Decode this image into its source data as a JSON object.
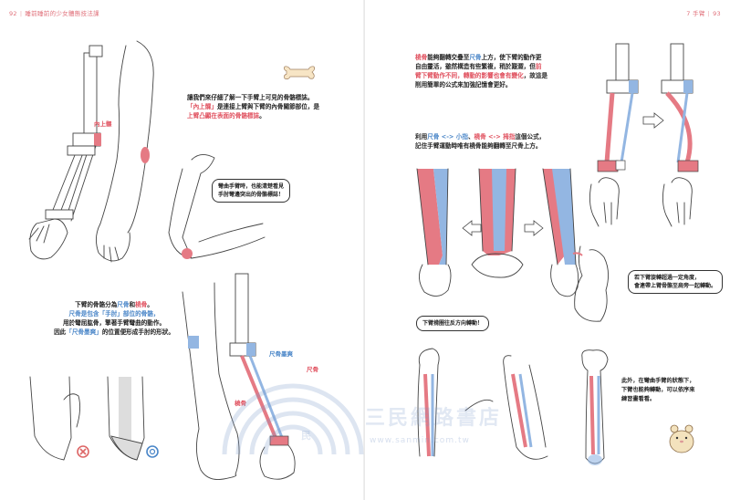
{
  "left_page": {
    "header": {
      "page_number": "92",
      "book_title": "睡前睡前的少女體態技法課"
    },
    "text_intro": {
      "line1": "讓我們來仔細了解一下手臂上可見的骨骼標誌。",
      "line2_pink": "「內上髁」",
      "line2_rest": "是連接上臂與下臂的內骨關節部位，是",
      "line3_pre": "上臂",
      "line3_pink": "凸顯在表面的骨骼標誌",
      "line3_post": "。"
    },
    "label_inner_condyle": "內上髁",
    "bubble_elbow": {
      "line1": "彎曲手臂時，也能清楚看見",
      "line2": "手肘彎邊突出的骨骼標誌！"
    },
    "text_bones": {
      "line1_pre": "下臂的骨骼分為",
      "line1_blue": "尺骨",
      "line1_mid": "和",
      "line1_pink": "橈骨",
      "line1_post": "。",
      "line2_blue": "尺骨是包含「手肘」部位的骨骼，",
      "line3": "用於彎屈肱骨，擎著手臂彎曲的動作。",
      "line4_pre": "因此",
      "line4_blue": "「尺骨墨爽」",
      "line4_post": "的位置便形成手肘的形狀。"
    },
    "label_ulna_head": "尺骨墨爽",
    "label_ulna": "尺骨",
    "label_radius": "橈骨"
  },
  "right_page": {
    "header": {
      "chapter": "7 手臂",
      "page_number": "93"
    },
    "text_radius": {
      "line1_pink": "橈骨",
      "line1_mid": "能夠翻轉交疊至",
      "line1_blue": "尺骨",
      "line1_post": "上方，使下臂的動作更",
      "line2": "自由靈活，雖然構造有些繁複，稍於艱澀，但",
      "line2_pink": "前",
      "line3_pink": "臂下臂動作不同，轉動的影響也會有變化",
      "line3_post": "，故這是",
      "line4": "削用簡單的公式來加強記憶會更好。"
    },
    "text_formula": {
      "line1_pre": "利用",
      "line1_blue": "尺骨 <-> 小指",
      "line1_mid": "、",
      "line1_pink": "橈骨 <-> 拇指",
      "line1_post": "這個公式，",
      "line2": "記住手臂運動時唯有橈骨能夠翻轉至尺骨上方。"
    },
    "bubble_thumb": "下臂揹圈往反方向轉動！",
    "bubble_upper": {
      "line1": "若下臂旋轉超過一定角度，",
      "line2": "會連帶上臂骨骼至肩旁一起轉動。"
    },
    "bubble_bent": {
      "line1": "此外，在彎曲手臂的狀態下，",
      "line2": "下臂也能夠轉動，可以依序來",
      "line3": "練習畫看看。"
    }
  },
  "watermark": {
    "text": "三民網路書店",
    "url": "www.sanmin.com.tw",
    "mark": "民"
  },
  "colors": {
    "accent_pink": "#e0505e",
    "accent_blue": "#4a86c8",
    "bone_pink": "#e57a84",
    "bone_blue": "#93b6e2"
  }
}
